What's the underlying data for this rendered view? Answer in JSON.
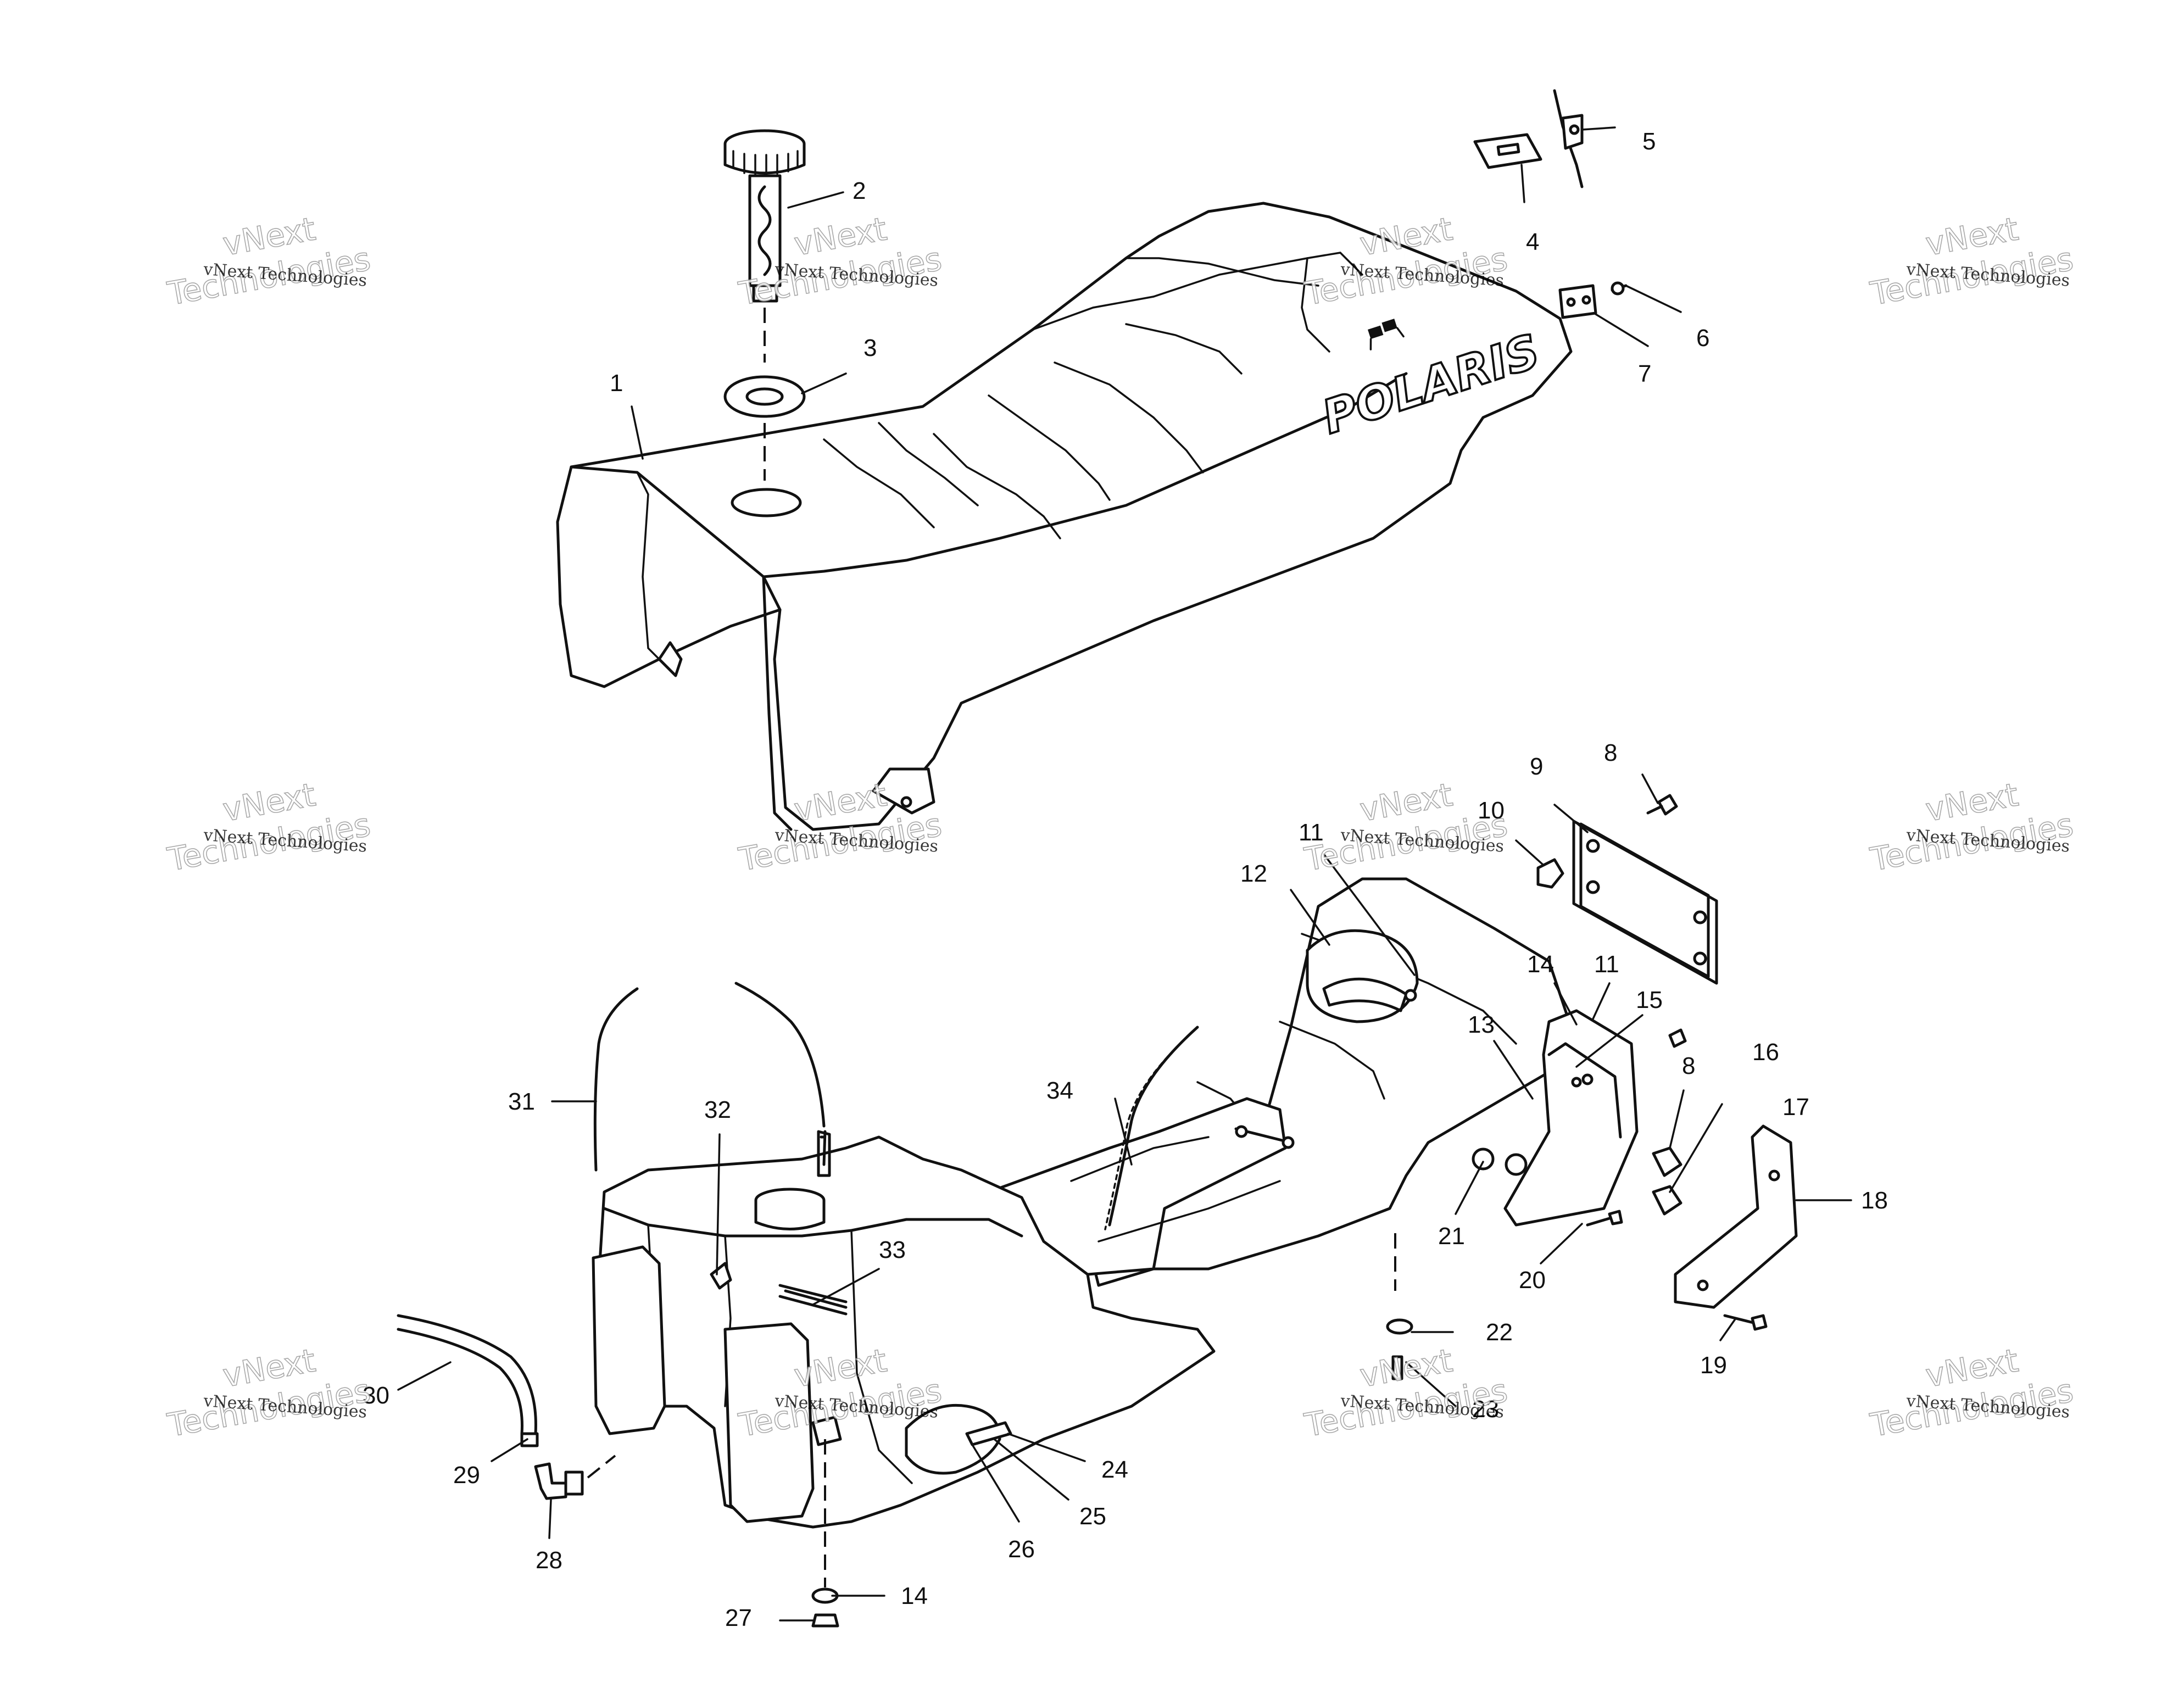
{
  "brand_logo_text": "POLARIS",
  "watermark": {
    "line1": "vNext Technologies",
    "line2": "vNext",
    "line3": "Technologies"
  },
  "callouts": [
    {
      "id": "c1",
      "label": "1"
    },
    {
      "id": "c2",
      "label": "2"
    },
    {
      "id": "c3",
      "label": "3"
    },
    {
      "id": "c4",
      "label": "4"
    },
    {
      "id": "c5",
      "label": "5"
    },
    {
      "id": "c6",
      "label": "6"
    },
    {
      "id": "c7",
      "label": "7"
    },
    {
      "id": "c8a",
      "label": "8"
    },
    {
      "id": "c8b",
      "label": "8"
    },
    {
      "id": "c9",
      "label": "9"
    },
    {
      "id": "c10",
      "label": "10"
    },
    {
      "id": "c11a",
      "label": "11"
    },
    {
      "id": "c11b",
      "label": "11"
    },
    {
      "id": "c12",
      "label": "12"
    },
    {
      "id": "c13",
      "label": "13"
    },
    {
      "id": "c14a",
      "label": "14"
    },
    {
      "id": "c14b",
      "label": "14"
    },
    {
      "id": "c15",
      "label": "15"
    },
    {
      "id": "c16",
      "label": "16"
    },
    {
      "id": "c17",
      "label": "17"
    },
    {
      "id": "c18",
      "label": "18"
    },
    {
      "id": "c19",
      "label": "19"
    },
    {
      "id": "c20",
      "label": "20"
    },
    {
      "id": "c21",
      "label": "21"
    },
    {
      "id": "c22",
      "label": "22"
    },
    {
      "id": "c23",
      "label": "23"
    },
    {
      "id": "c24",
      "label": "24"
    },
    {
      "id": "c25",
      "label": "25"
    },
    {
      "id": "c26",
      "label": "26"
    },
    {
      "id": "c27",
      "label": "27"
    },
    {
      "id": "c28",
      "label": "28"
    },
    {
      "id": "c29",
      "label": "29"
    },
    {
      "id": "c30",
      "label": "30"
    },
    {
      "id": "c31",
      "label": "31"
    },
    {
      "id": "c32",
      "label": "32"
    },
    {
      "id": "c33",
      "label": "33"
    },
    {
      "id": "c34",
      "label": "34"
    }
  ]
}
